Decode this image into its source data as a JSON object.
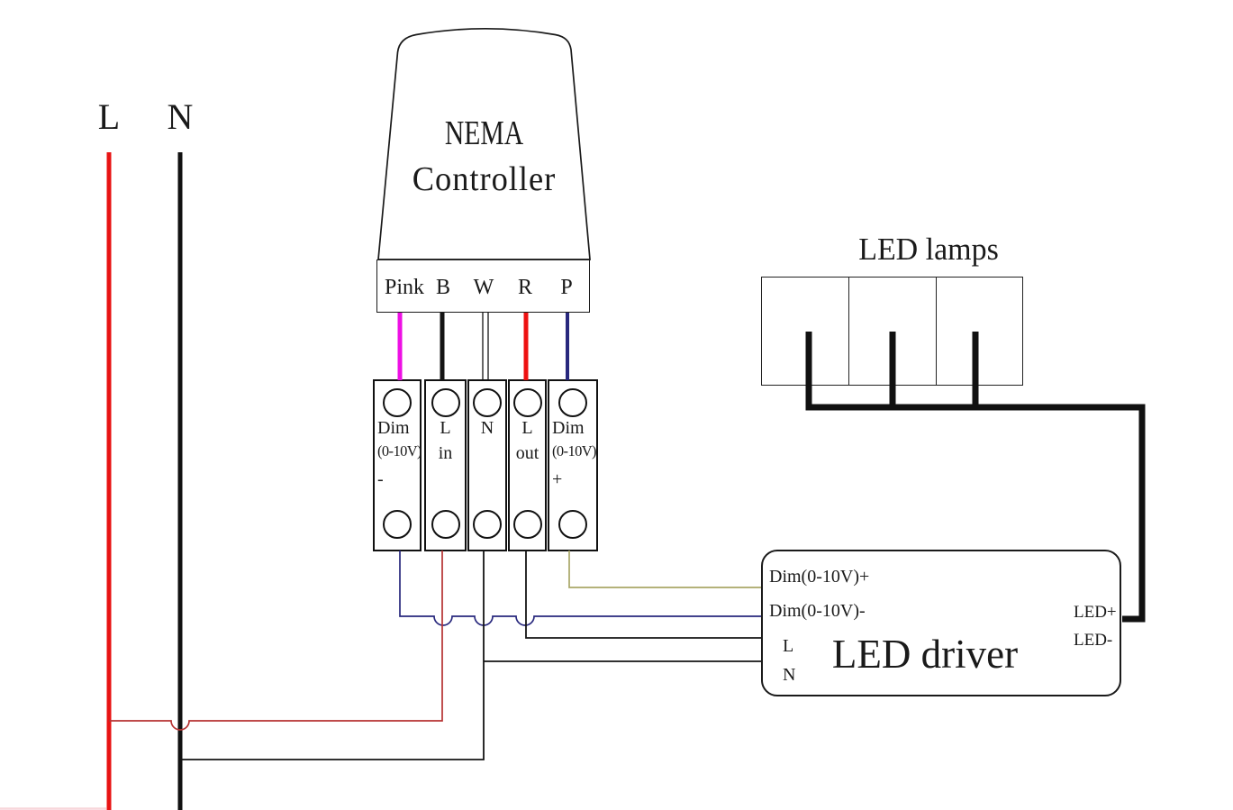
{
  "mains": {
    "live": "L",
    "neutral": "N"
  },
  "controller": {
    "line1": "NEMA",
    "line2": "Controller",
    "t_pink": "Pink",
    "t_b": "B",
    "t_w": "W",
    "t_r": "R",
    "t_p": "P"
  },
  "blocks": {
    "b1": {
      "l1": "Dim",
      "l2": "(0-10V)",
      "l3": "-"
    },
    "b2": {
      "l1": "L",
      "l2": "in"
    },
    "b3": {
      "l1": "N"
    },
    "b4": {
      "l1": "L",
      "l2": "out"
    },
    "b5": {
      "l1": "Dim",
      "l2": "(0-10V)",
      "l3": "+"
    }
  },
  "lamps": {
    "title": "LED lamps",
    "count": 3
  },
  "driver": {
    "title": "LED driver",
    "dim_plus": "Dim(0-10V)+",
    "dim_minus": "Dim(0-10V)-",
    "live": "L",
    "neutral": "N",
    "led_plus": "LED+",
    "led_minus": "LED-"
  },
  "colors": {
    "wire-live": "#e81414",
    "wire-neutral": "#111111",
    "wire-pink": "#ee10e4",
    "wire-red": "#ee1111",
    "wire-navy": "#28287d",
    "wire-olive": "#a9a768",
    "wire-darkred": "#b63232",
    "wire-thin-black": "#141414",
    "edge-artifact": "#f6ccd2"
  }
}
